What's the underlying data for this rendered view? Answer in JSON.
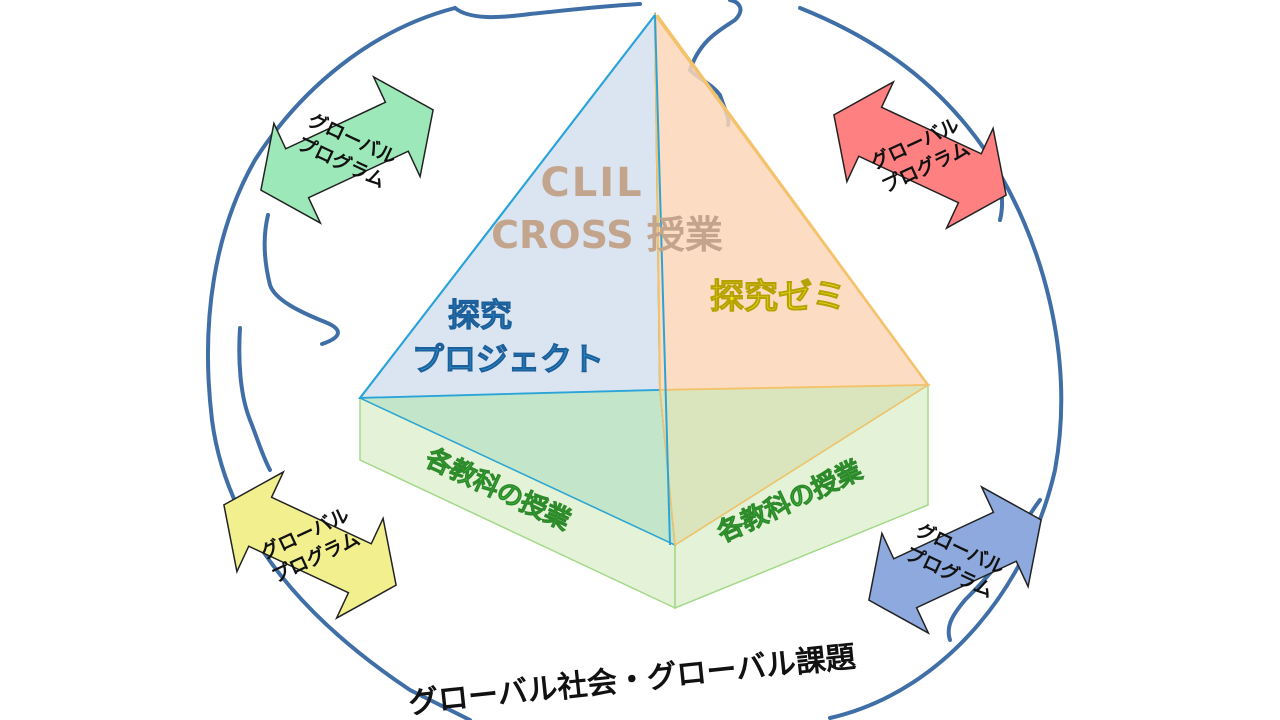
{
  "pyramid": {
    "apex_label_line1": "CLIL",
    "apex_label_line2": "CROSS 授業",
    "left_face_label_line1": "探究",
    "left_face_label_line2": "プロジェクト",
    "right_face_label": "探究ゼミ",
    "base_left_label": "各教科の授業",
    "base_right_label": "各教科の授業"
  },
  "arrows": [
    {
      "line1": "グローバル",
      "line2": "プログラム",
      "color": "#9de8b8"
    },
    {
      "line1": "グローバル",
      "line2": "プログラム",
      "color": "#ff8080"
    },
    {
      "line1": "グローバル",
      "line2": "プログラム",
      "color": "#f2f08e"
    },
    {
      "line1": "グローバル",
      "line2": "プログラム",
      "color": "#8ea9dd"
    }
  ],
  "bottom_caption": "グローバル社会・グローバル課題",
  "colors": {
    "globe_stroke": "#3f6fa6",
    "left_face": "#d5e0ee",
    "right_face": "#fbd6b8",
    "base": "#d9edc8",
    "clil_text": "#c2a58c",
    "left_label": "#2a9fd8",
    "right_label": "#f4ea20",
    "base_label": "#4fd84a"
  }
}
